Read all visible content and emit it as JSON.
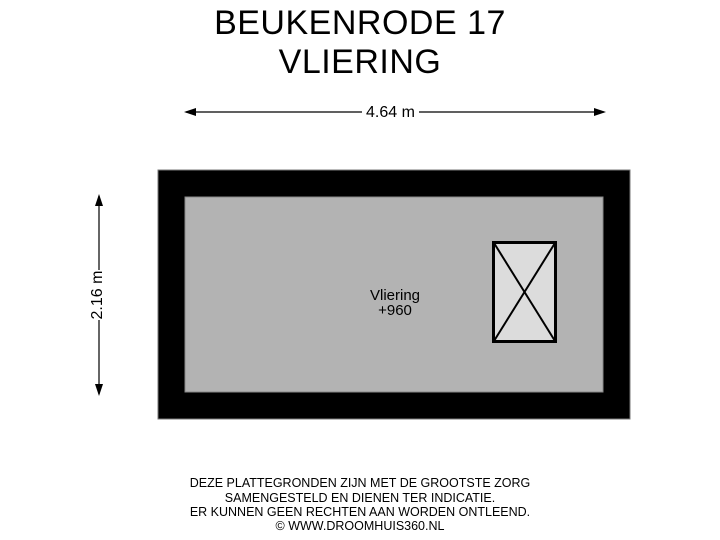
{
  "header": {
    "address": "BEUKENRODE 17",
    "floor": "VLIERING"
  },
  "dimensions": {
    "width": "4.64 m",
    "height": "2.16 m"
  },
  "rooms": [
    {
      "name": "Vliering",
      "level": "+960"
    }
  ],
  "disclaimer": {
    "lines": [
      "DEZE PLATTEGRONDEN ZIJN MET DE GROOTSTE ZORG",
      "SAMENGESTELD EN DIENEN TER INDICATIE.",
      "ER KUNNEN GEEN RECHTEN AAN WORDEN ONTLEEND.",
      "© WWW.DROOMHUIS360.NL"
    ]
  },
  "colors": {
    "wall": "#000000",
    "floor": "#b3b3b3",
    "hatch": "#dcdcdc"
  }
}
